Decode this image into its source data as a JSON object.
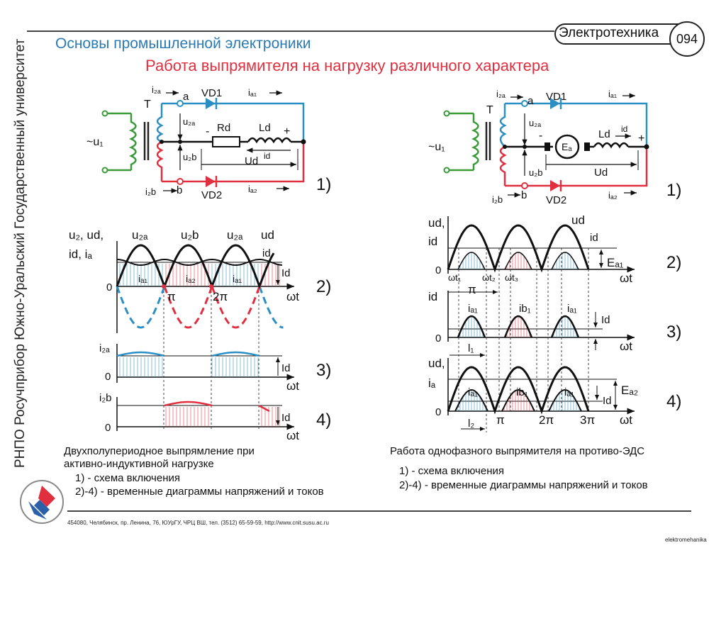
{
  "vertical_org": "РНПО Росучприбор Южно-Уральский Государственный университет",
  "header": {
    "subtitle": "Основы промышленной электроники",
    "title": "Работа выпрямителя на нагрузку различного характера",
    "tag": "Электротехника",
    "page_num": "094"
  },
  "left": {
    "circuit": {
      "u1": "~u₁",
      "T": "T",
      "a": "a",
      "b": "b",
      "i2a": "i₂ₐ",
      "i2b": "i₂b",
      "u2a": "u₂ₐ",
      "u2b": "u₂b",
      "VD1": "VD1",
      "VD2": "VD2",
      "ia1": "iₐ₁",
      "ia2": "iₐ₂",
      "Rd": "Rd",
      "Ld": "Ld",
      "id": "id",
      "Ud": "Ud",
      "minus": "-",
      "plus": "+",
      "num": "1)"
    },
    "d2": {
      "ylabel1": "u₂, ud,",
      "ylabel2": "id, iₐ",
      "u2a": "u₂ₐ",
      "u2b": "u₂b",
      "ud": "ud",
      "id": "id",
      "Id": "Id",
      "ia1": "iₐ₁",
      "ia2": "iₐ₂",
      "zero": "0",
      "pi": "π",
      "twopi": "2π",
      "wt": "ωt",
      "num": "2)"
    },
    "d3": {
      "ylabel": "i₂ₐ",
      "zero": "0",
      "Id": "Id",
      "wt": "ωt",
      "num": "3)"
    },
    "d4": {
      "ylabel": "i₂b",
      "zero": "0",
      "Id": "Id",
      "wt": "ωt",
      "num": "4)"
    },
    "caption": {
      "line1": "Двухполупериодное выпрямление при",
      "line2": "активно-индуктивной нагрузке",
      "item1": "1) - схема включения",
      "item2": "2)-4) - временные диаграммы напряжений и токов"
    }
  },
  "right": {
    "circuit": {
      "u1": "~u₁",
      "T": "T",
      "a": "a",
      "b": "b",
      "i2a": "i₂ₐ",
      "i2b": "i₂b",
      "u2a": "u₂ₐ",
      "u2b": "u₂b",
      "VD1": "VD1",
      "VD2": "VD2",
      "ia1": "iₐ₁",
      "ia2": "iₐ₂",
      "E": "Eₐ",
      "Ld": "Ld",
      "id": "id",
      "Ud": "Ud",
      "minus": "-",
      "plus": "+",
      "num": "1)"
    },
    "d2": {
      "ylabel1": "ud,",
      "ylabel2": "id",
      "ud": "ud",
      "id": "id",
      "Ea1": "Eₐ₁",
      "zero": "0",
      "wt1": "ωt₁",
      "wt2": "ωt₂",
      "wt3": "ωt₃",
      "wt": "ωt",
      "num": "2)"
    },
    "d3": {
      "ylabel": "id",
      "pi": "π",
      "ia1": "iₐ₁",
      "ib1": "ib₁",
      "ia1b": "iₐ₁",
      "Id": "Id",
      "zero": "0",
      "l1": "l₁",
      "wt": "ωt",
      "num": "3)"
    },
    "d4": {
      "ylabel1": "ud,",
      "ylabel2": "iₐ",
      "ia1": "iₐ₁",
      "ib1": "ib₁",
      "ia1b": "iₐ₁",
      "Id": "Id",
      "Ea2": "Eₐ₂",
      "zero": "0",
      "l2": "l₂",
      "pi": "π",
      "twopi": "2π",
      "threepi": "3π",
      "wt": "ωt",
      "num": "4)"
    },
    "caption": {
      "line1": "Работа однофазного выпрямителя на противо-ЭДС",
      "item1": "1) - схема включения",
      "item2": "2)-4) - временные диаграммы напряжений и токов"
    }
  },
  "footer": "454080, Челябинск, пр. Ленина, 76, ЮУрГУ, ЧРЦ ВШ, тел. (3512) 65-59-59, http://www.cnit.susu.ac.ru",
  "watermark": "elektromehanika",
  "colors": {
    "blue": "#2b8fc4",
    "red": "#e03040",
    "green": "#3a9a3a",
    "black": "#111111"
  }
}
